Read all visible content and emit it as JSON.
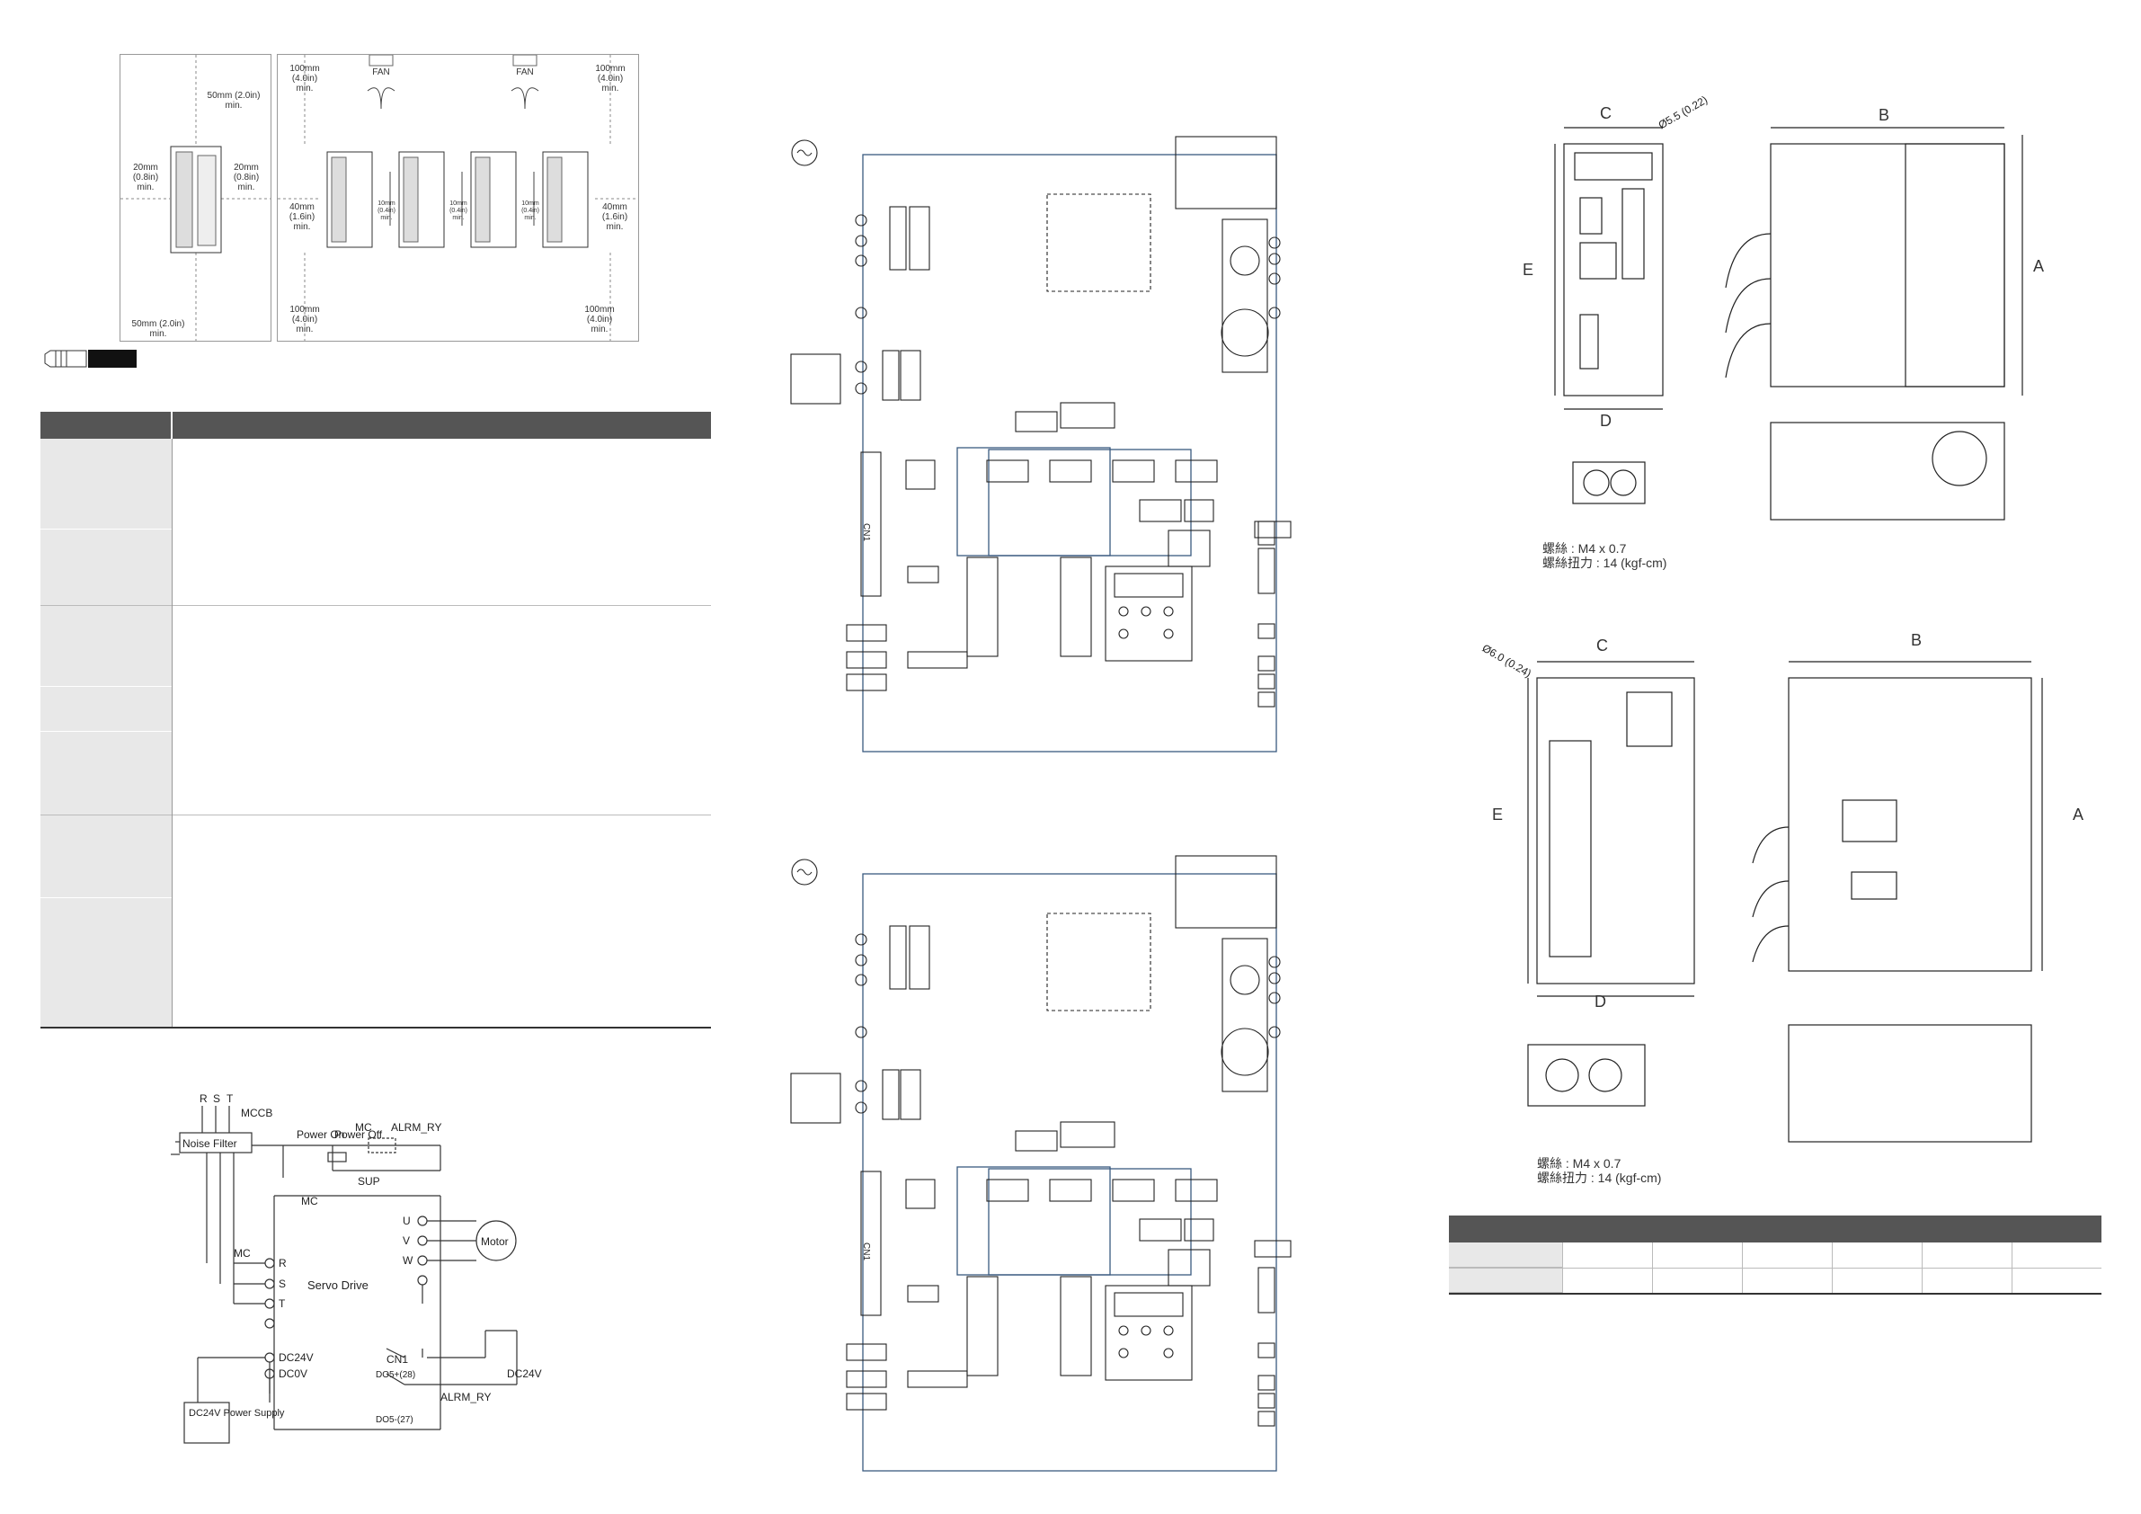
{
  "installation": {
    "top_clear": "50mm (2.0in)\nmin.",
    "bottom_clear": "50mm (2.0in)\nmin.",
    "left_clear": "20mm\n(0.8in)\nmin.",
    "right_clear": "20mm\n(0.8in)\nmin.",
    "top_left_clear": "100mm\n(4.0in)\nmin.",
    "top_right_clear": "100mm\n(4.0in)\nmin.",
    "side_left_clear": "40mm\n(1.6in)\nmin.",
    "side_right_clear": "40mm\n(1.6in)\nmin.",
    "bottom_left_clear": "100mm\n(4.0in)\nmin.",
    "bottom_right_clear": "100mm\n(4.0in)\nmin.",
    "between_clear": "10mm\n(0.4in)\nmin.",
    "fan_label": "FAN"
  },
  "wiring": {
    "rst": [
      "R",
      "S",
      "T"
    ],
    "mccb": "MCCB",
    "noise_filter": "Noise Filter",
    "power_on": "Power\nOn",
    "power_off": "Power\nOff",
    "mc": "MC",
    "alrm_ry": "ALRM_RY",
    "sup": "SUP",
    "servo_drive": "Servo Drive",
    "motor": "Motor",
    "terminals_uvw": [
      "U",
      "V",
      "W"
    ],
    "terminals_rst": [
      "R",
      "S",
      "T"
    ],
    "dc24v": "DC24V",
    "dc0v": "DC0V",
    "cn1": "CN1",
    "do5p": "DO5+(28)",
    "do5m": "DO5-(27)",
    "dc24v_right": "DC24V",
    "psu": "DC24V\nPower\nSupply"
  },
  "block_diagram": {
    "cn1_label": "CN1"
  },
  "dims": {
    "c": "C",
    "b": "B",
    "a": "A",
    "d": "D",
    "e": "E",
    "hole_top": "Ø5.5 (0.22)",
    "hole_bottom": "Ø6.0 (0.24)",
    "screw_top": "螺絲 : M4 x 0.7",
    "torque_top": "螺絲扭力 : 14 (kgf-cm)",
    "screw_bottom": "螺絲 : M4 x 0.7",
    "torque_bottom": "螺絲扭力 : 14 (kgf-cm)"
  },
  "colors": {
    "table_header": "#555555",
    "table_side": "#e8e8e8",
    "diagram_blue": "#3a5a80"
  }
}
